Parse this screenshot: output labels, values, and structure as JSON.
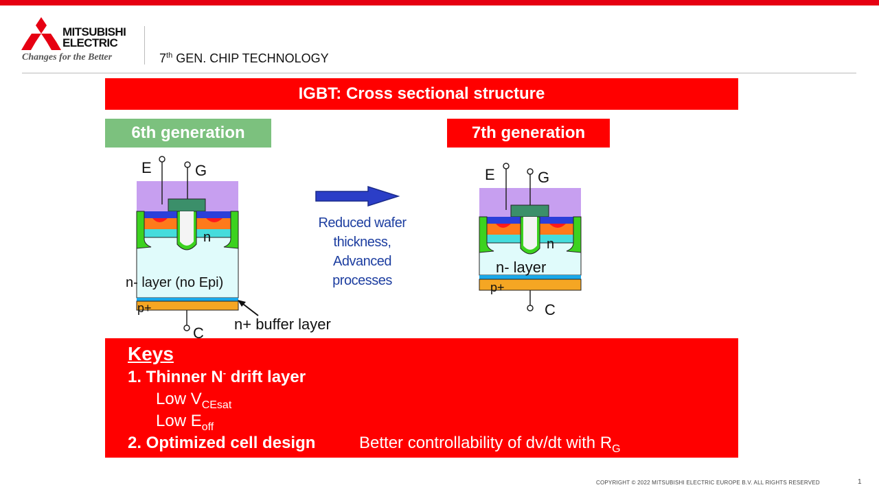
{
  "brand": {
    "line1": "MITSUBISHI",
    "line2": "ELECTRIC",
    "tagline": "Changes for the Better",
    "color": "#e60012"
  },
  "header": {
    "title_num": "7",
    "title_sup": "th",
    "title_rest": " GEN. CHIP TECHNOLOGY"
  },
  "banner": {
    "title": "IGBT:  Cross sectional structure"
  },
  "generations": {
    "gen6": {
      "label": "6th generation",
      "color": "#7cc17e"
    },
    "gen7": {
      "label": "7th generation",
      "color": "#ff0000"
    }
  },
  "diagram6": {
    "emitter": "E",
    "gate": "G",
    "n_label": "n",
    "layer": "n- layer (no Epi)",
    "p_plus": "p+",
    "collector": "C",
    "buffer": "n+ buffer layer"
  },
  "diagram7": {
    "emitter": "E",
    "gate": "G",
    "n_label": "n",
    "layer": "n- layer",
    "p_plus": "p+",
    "collector": "C"
  },
  "arrow": {
    "lines": [
      "Reduced wafer",
      "thickness,",
      "Advanced",
      "processes"
    ],
    "color": "#1d3ea0"
  },
  "keys": {
    "title": "Keys",
    "item1_main": "1. Thinner N",
    "item1_sup": "-",
    "item1_rest": " drift layer",
    "sub1_main": "Low V",
    "sub1_sub": "CEsat",
    "sub2_main": "Low E",
    "sub2_sub": "off",
    "item2": "2. Optimized cell design",
    "item2_desc_main": "Better controllability of dv/dt with R",
    "item2_desc_sub": "G"
  },
  "footer": {
    "copyright": "COPYRIGHT © 2022 MITSUBISHI ELECTRIC EUROPE B.V. ALL RIGHTS RESERVED",
    "page": "1"
  }
}
